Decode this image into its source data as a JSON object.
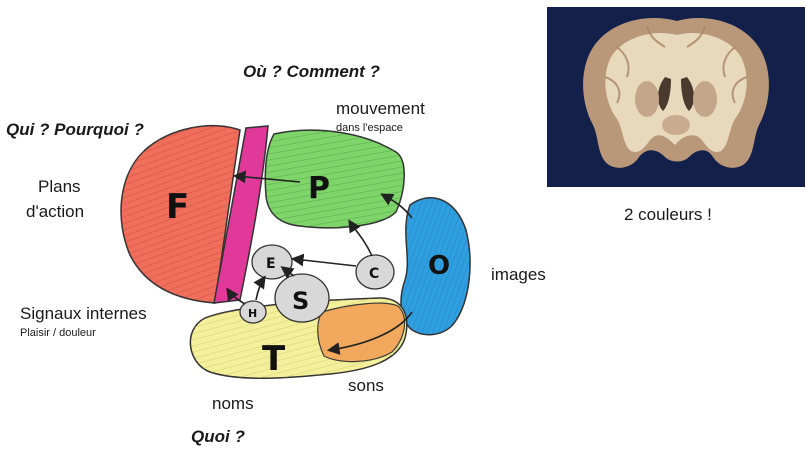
{
  "questions": {
    "top": "Où ? Comment ?",
    "left": "Qui ? Pourquoi ?",
    "bottom": "Quoi ?"
  },
  "labels": {
    "movement": "mouvement",
    "movement_sub": "dans l'espace",
    "action_line1": "Plans",
    "action_line2": "d'action",
    "images": "images",
    "signals": "Signaux internes",
    "signals_sub": "Plaisir / douleur",
    "sons": "sons",
    "noms": "noms",
    "photo_caption": "2 couleurs !"
  },
  "regions": {
    "F": "F",
    "P": "P",
    "O": "O",
    "T": "T",
    "S": "S",
    "E": "E",
    "C": "C",
    "H": "H"
  },
  "colors": {
    "frontal": "#ef6f5c",
    "frontal_strip": "#e0399a",
    "parietal": "#7fd46a",
    "occipital": "#2f9fdf",
    "temporal": "#f3ef9a",
    "temporal_auditory": "#f2a65a",
    "small_nuclei": "#d8d8d8",
    "photo_background": "#12204a"
  }
}
